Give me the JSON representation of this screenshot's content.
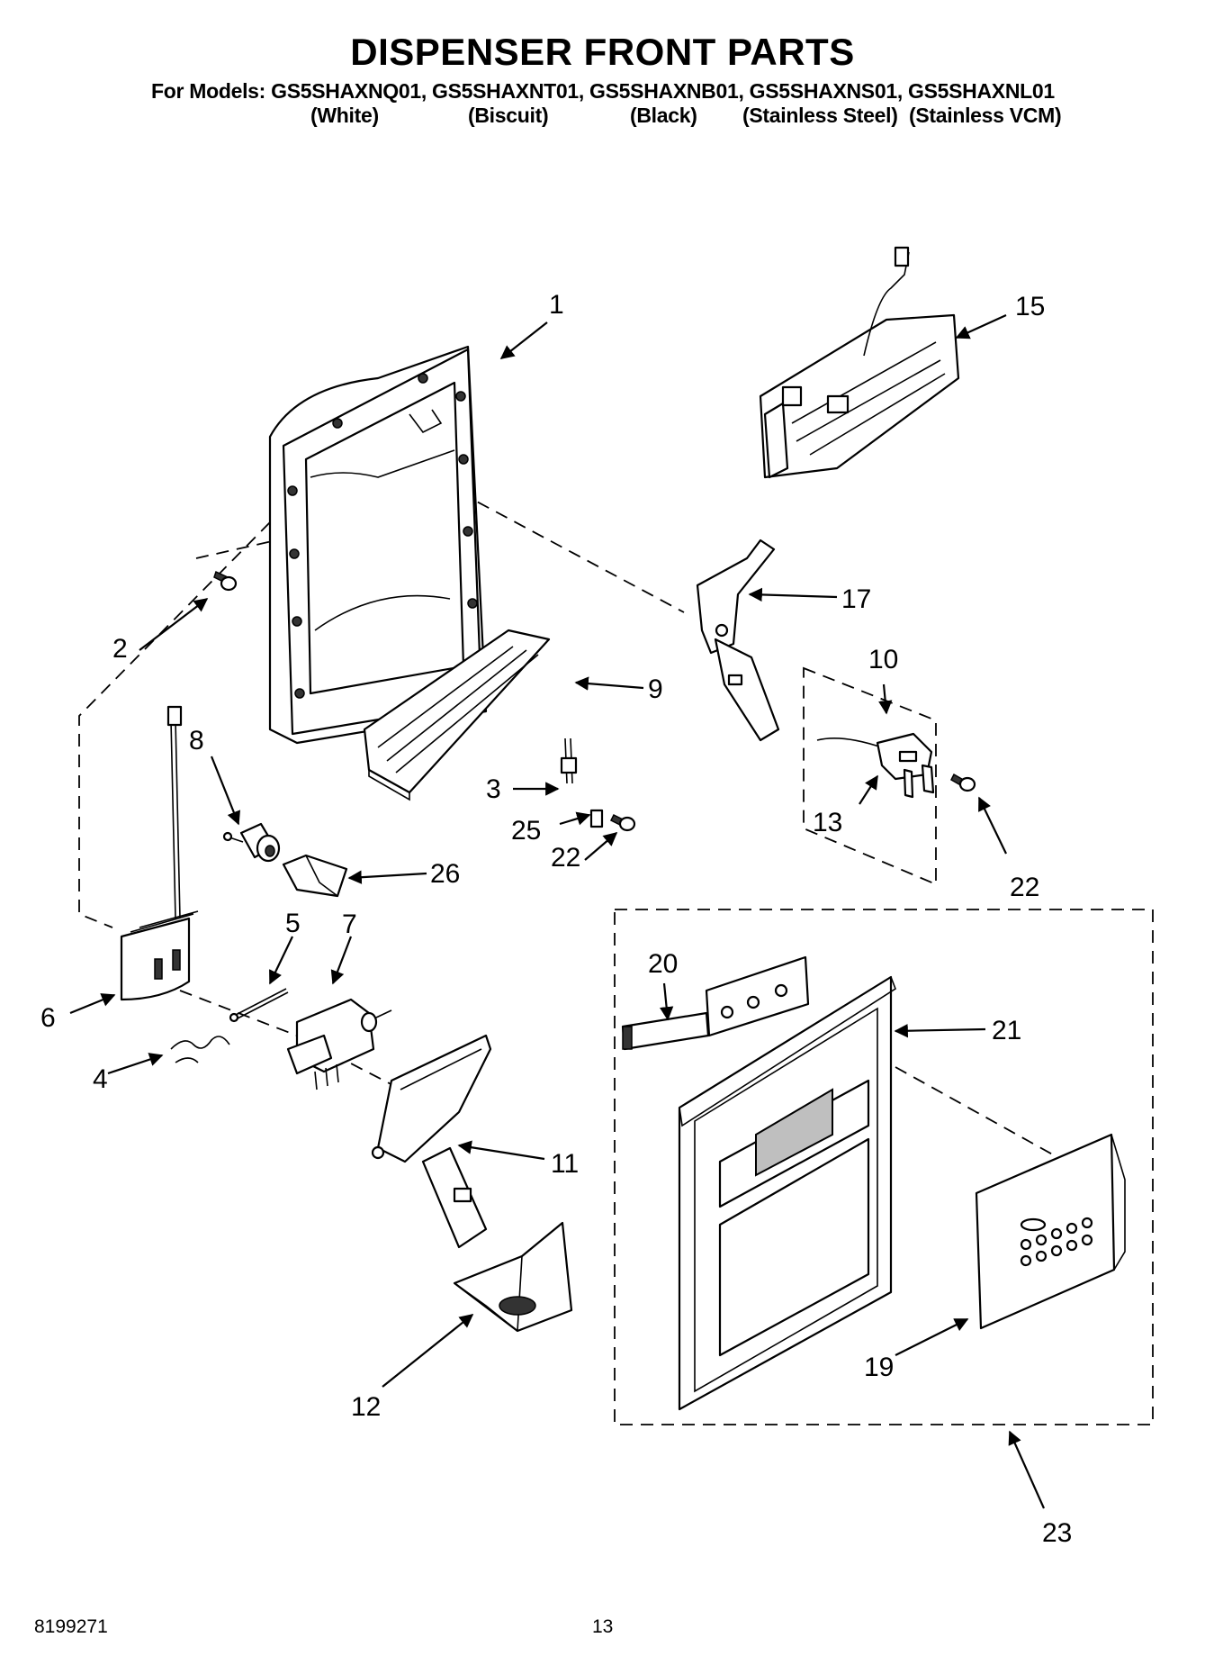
{
  "header": {
    "title": "DISPENSER FRONT PARTS",
    "models_line": "For Models: GS5SHAXNQ01, GS5SHAXNT01, GS5SHAXNB01, GS5SHAXNS01, GS5SHAXNL01",
    "variants": [
      "(White)",
      "(Biscuit)",
      "(Black)",
      "(Stainless Steel)",
      "(Stainless VCM)"
    ]
  },
  "callouts": {
    "c1": "1",
    "c2": "2",
    "c3": "3",
    "c4": "4",
    "c5": "5",
    "c6": "6",
    "c7": "7",
    "c8": "8",
    "c9": "9",
    "c10": "10",
    "c11": "11",
    "c12": "12",
    "c13": "13",
    "c15": "15",
    "c17": "17",
    "c19": "19",
    "c20": "20",
    "c21": "21",
    "c22a": "22",
    "c22b": "22",
    "c23": "23",
    "c25": "25",
    "c26": "26"
  },
  "footer": {
    "doc_number": "8199271",
    "page_number": "13"
  }
}
